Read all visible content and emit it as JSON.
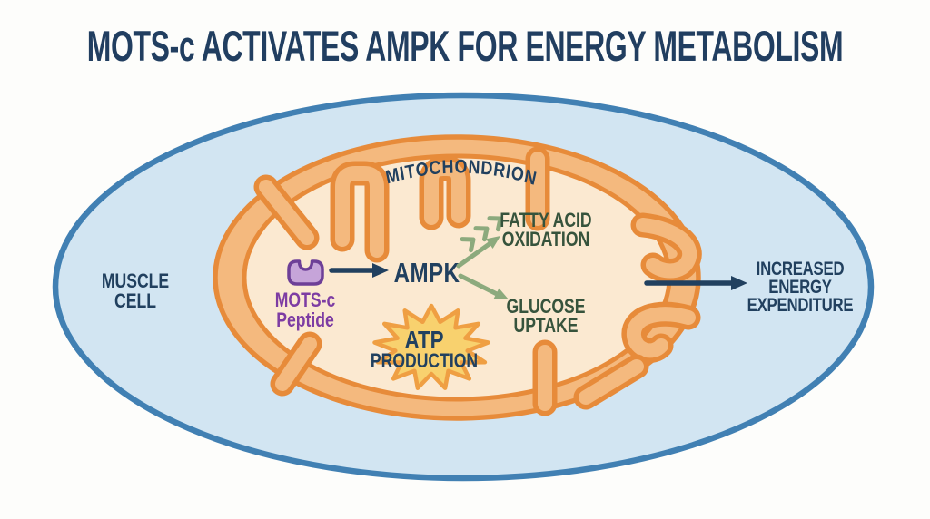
{
  "title": "MOTS-c ACTIVATES AMPK FOR ENERGY METABOLISM",
  "muscle_cell": {
    "line1": "MUSCLE",
    "line2": "CELL"
  },
  "mitochondrion": {
    "label": "MITOCHONDRION"
  },
  "mots_c_peptide": {
    "line1": "MOTS-c",
    "line2": "Peptide"
  },
  "ampk": {
    "label": "AMPK"
  },
  "fatty_acid": {
    "line1": "FATTY ACID",
    "line2": "OXIDATION"
  },
  "glucose": {
    "line1": "GLUCOSE",
    "line2": "UPTAKE"
  },
  "atp": {
    "line1": "ATP",
    "line2": "PRODUCTION"
  },
  "energy_expenditure": {
    "line1": "INCREASED",
    "line2": "ENERGY",
    "line3": "EXPENDITURE"
  },
  "colors": {
    "background": "#fdfdfb",
    "title_navy": "#213e60",
    "navy": "#21405f",
    "green_text": "#36533c",
    "green_arrow": "#8caa7d",
    "purple_text": "#7d3ca3",
    "purple_fill": "#c6a4d9",
    "purple_stroke": "#6d3f97",
    "orange_outline": "#e78b3a",
    "orange_band": "#f4b97e",
    "orange_matrix": "#fbe9d1",
    "star_fill": "#f8d16e",
    "star_stroke": "#ef9f43",
    "cell_fill": "#d2e5f2",
    "cell_stroke": "#4180b3"
  }
}
